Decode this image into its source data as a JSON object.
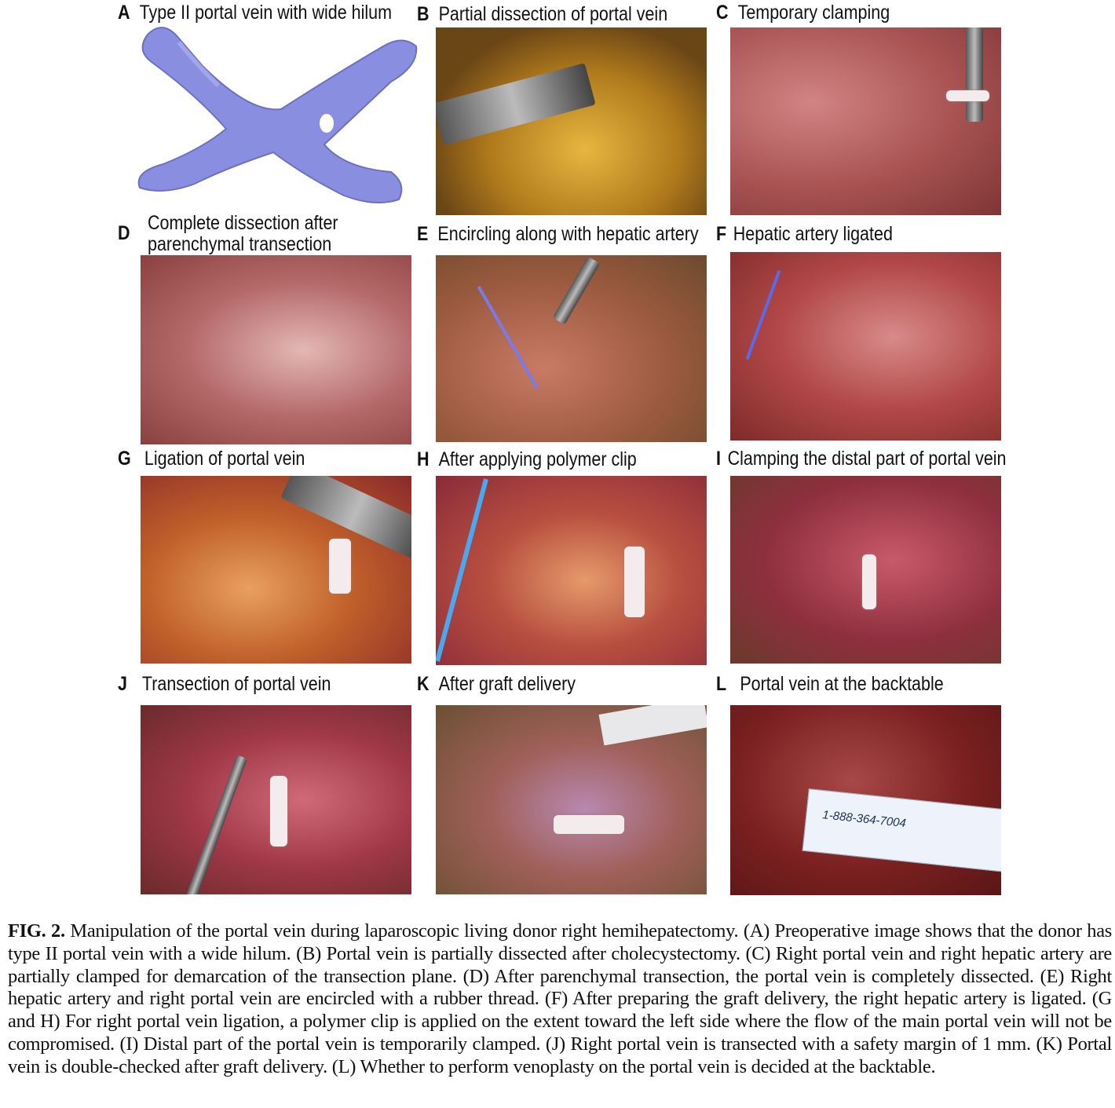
{
  "panels": [
    {
      "letter": "A",
      "title": "Type II portal vein with wide hilum"
    },
    {
      "letter": "B",
      "title": "Partial dissection of portal vein"
    },
    {
      "letter": "C",
      "title": "Temporary clamping"
    },
    {
      "letter": "D",
      "title_line1": "Complete dissection after",
      "title_line2": "parenchymal transection"
    },
    {
      "letter": "E",
      "title": "Encircling along with hepatic artery"
    },
    {
      "letter": "F",
      "title": "Hepatic artery ligated"
    },
    {
      "letter": "G",
      "title": "Ligation of portal vein"
    },
    {
      "letter": "H",
      "title": "After applying polymer clip"
    },
    {
      "letter": "I",
      "title": "Clamping the distal part of portal vein"
    },
    {
      "letter": "J",
      "title": "Transection of portal vein"
    },
    {
      "letter": "K",
      "title": "After graft delivery"
    },
    {
      "letter": "L",
      "title": "Portal vein at the backtable",
      "ruler_text": "1-888-364-7004"
    }
  ],
  "caption": {
    "label": "FIG. 2.",
    "text": "Manipulation of the portal vein during laparoscopic living donor right hemihepatectomy. (A) Preoperative image shows that the donor has type II portal vein with a wide hilum. (B) Portal vein is partially dissected after cholecystectomy. (C) Right portal vein and right hepatic artery are partially clamped for demarcation of the transection plane. (D) After parenchymal transection, the portal vein is completely dissected. (E) Right hepatic artery and right portal vein are encircled with a rubber thread. (F) After preparing the graft delivery, the right hepatic artery is ligated. (G and H) For right portal vein ligation, a polymer clip is applied on the extent toward the left side where the flow of the main portal vein will not be compromised. (I) Distal part of the portal vein is temporarily clamped. (J) Right portal vein is transected with a safety margin of 1 mm. (K) Portal vein is double-checked after graft delivery. (L) Whether to perform venoplasty on the portal vein is decided at the backtable."
  },
  "colors": {
    "vein_model": "#8a8ee0"
  }
}
